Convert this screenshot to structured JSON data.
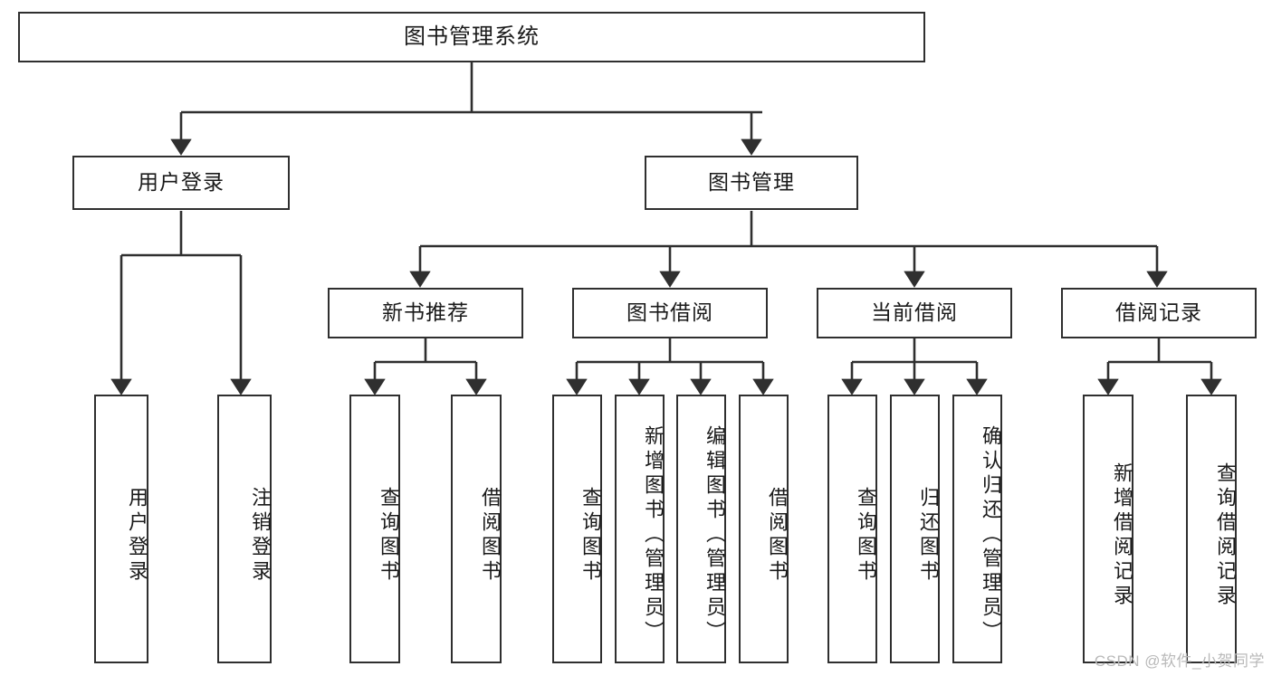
{
  "diagram": {
    "title": "图书管理系统",
    "type": "hierarchy-tree",
    "colors": {
      "node_border": "#2f2f2f",
      "node_fill": "#ffffff",
      "edge": "#2f2f2f",
      "text": "#1a1a1a",
      "watermark": "#b9b9b9",
      "background": "#ffffff"
    },
    "root": {
      "label": "图书管理系统"
    },
    "level2": [
      {
        "label": "用户登录"
      },
      {
        "label": "图书管理"
      }
    ],
    "level3": [
      {
        "label": "新书推荐"
      },
      {
        "label": "图书借阅"
      },
      {
        "label": "当前借阅"
      },
      {
        "label": "借阅记录"
      }
    ],
    "leaves": {
      "user_login": [
        {
          "label": "用户登录"
        },
        {
          "label": "注销登录"
        }
      ],
      "new_book": [
        {
          "label": "查询图书"
        },
        {
          "label": "借阅图书"
        }
      ],
      "book_borrow": [
        {
          "label": "查询图书"
        },
        {
          "label": "新增图书（管理员）"
        },
        {
          "label": "编辑图书（管理员）"
        },
        {
          "label": "借阅图书"
        }
      ],
      "current_borrow": [
        {
          "label": "查询图书"
        },
        {
          "label": "归还图书"
        },
        {
          "label": "确认归还（管理员）"
        }
      ],
      "borrow_record": [
        {
          "label": "新增借阅记录"
        },
        {
          "label": "查询借阅记录"
        }
      ]
    },
    "watermark": "CSDN @软件_小贺同学"
  }
}
